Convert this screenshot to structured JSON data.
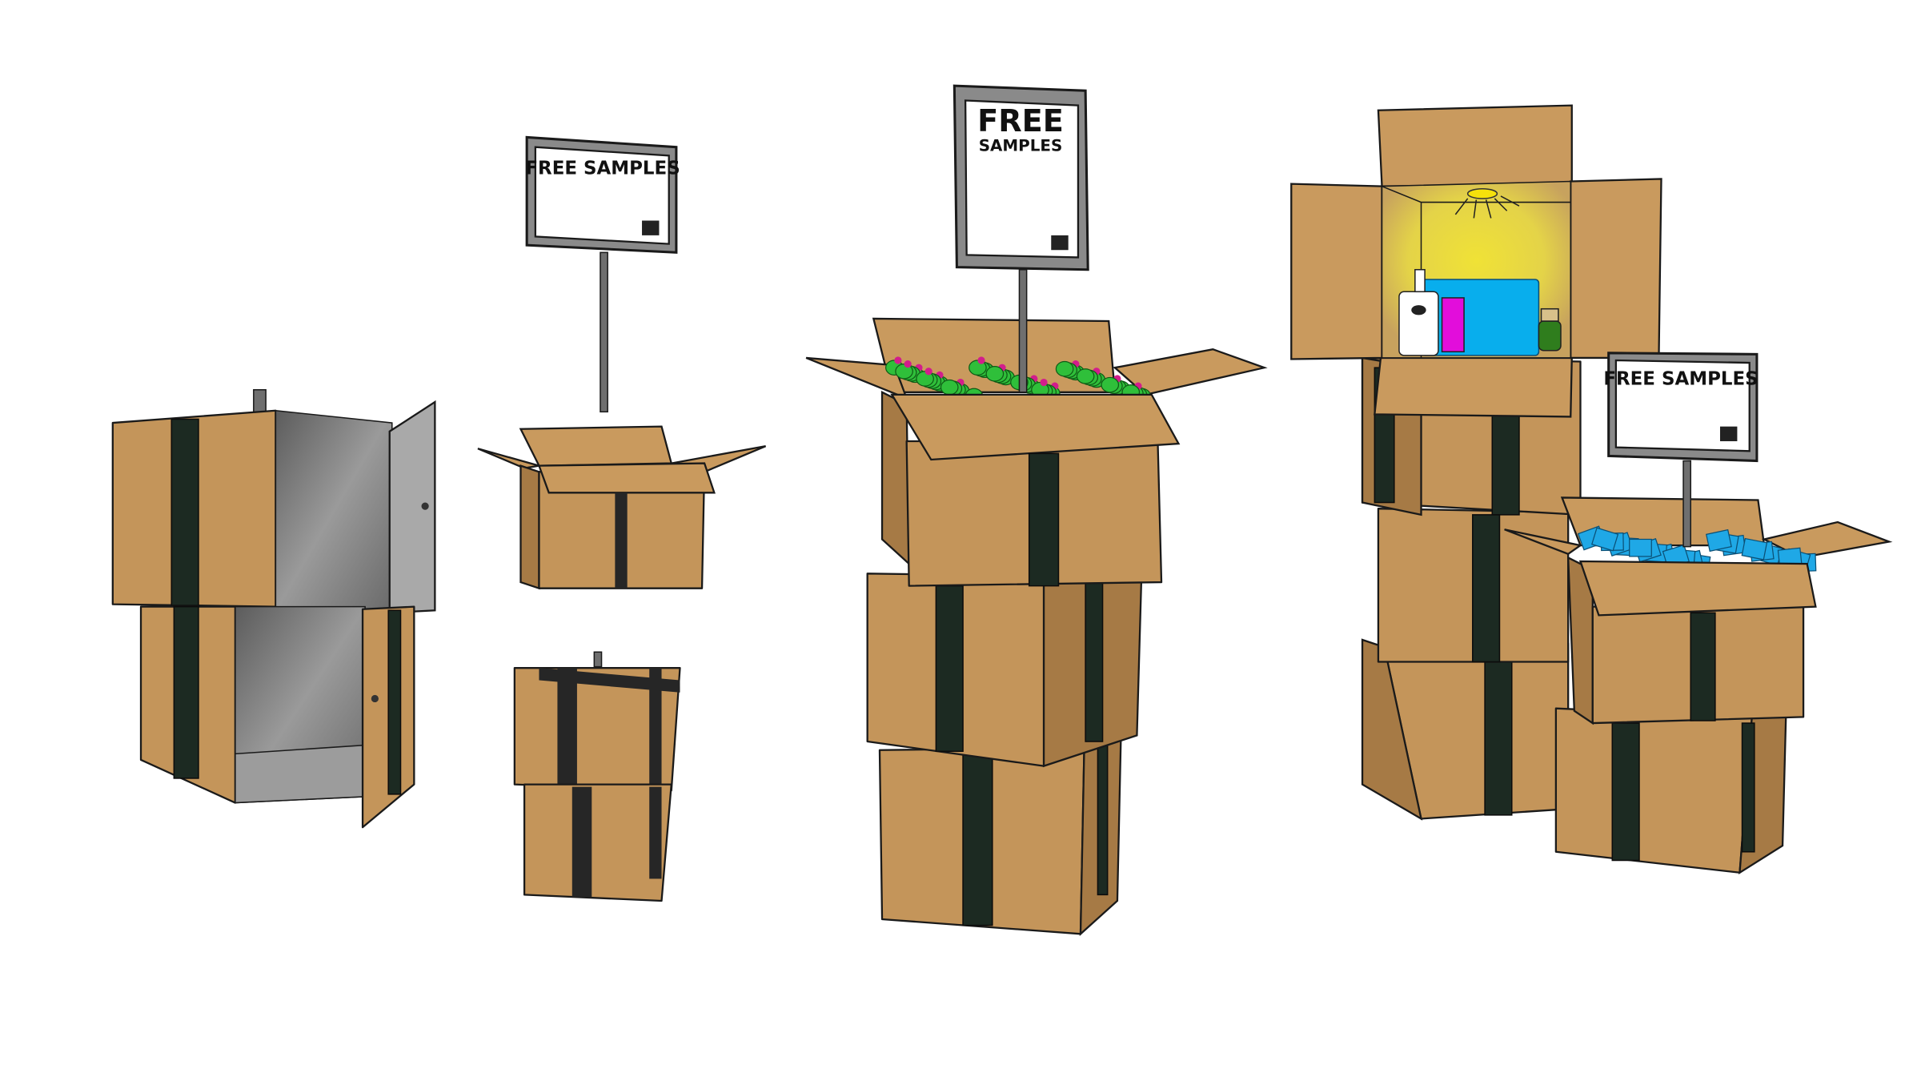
{
  "illustration": {
    "signs": [
      {
        "line1": "FREE SAMPLES"
      },
      {
        "line1": "FREE",
        "line2": "SAMPLES"
      },
      {
        "line1": "FREE SAMPLES"
      }
    ]
  },
  "colors": {
    "cardboard": "#c4955a",
    "tape": "#1c2a22",
    "light": "#f0e236",
    "product_blue": "#08aeed",
    "product_magenta": "#e20ddb"
  }
}
